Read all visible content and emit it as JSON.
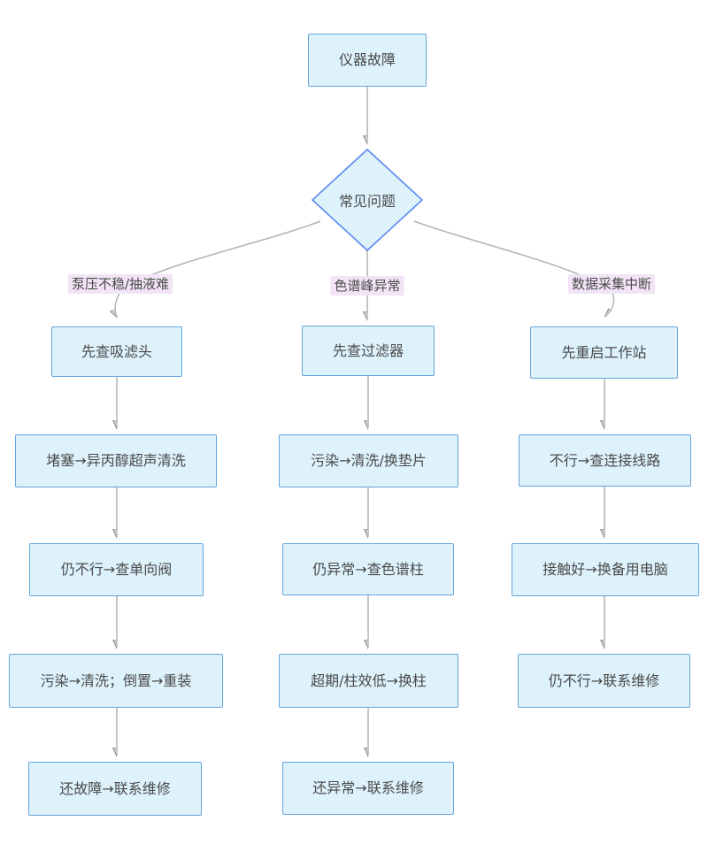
{
  "flowchart": {
    "root": {
      "label": "仪器故障"
    },
    "decision": {
      "label": "常见问题"
    },
    "branches": [
      {
        "label": "泵压不稳/抽液难",
        "steps": [
          "先查吸滤头",
          "堵塞→异丙醇超声清洗",
          "仍不行→查单向阀",
          "污染→清洗；倒置→重装",
          "还故障→联系维修"
        ]
      },
      {
        "label": "色谱峰异常",
        "steps": [
          "先查过滤器",
          "污染→清洗/换垫片",
          "仍异常→查色谱柱",
          "超期/柱效低→换柱",
          "还异常→联系维修"
        ]
      },
      {
        "label": "数据采集中断",
        "steps": [
          "先重启工作站",
          "不行→查连接线路",
          "接触好→换备用电脑",
          "仍不行→联系维修"
        ]
      }
    ],
    "colors": {
      "node_fill": "#ddf2fb",
      "node_border": "#66a4dc",
      "decision_border": "#5c88ee",
      "label_bg": "#f2e4f5",
      "line": "#b3b3b3",
      "text": "#4a4a4a"
    }
  }
}
